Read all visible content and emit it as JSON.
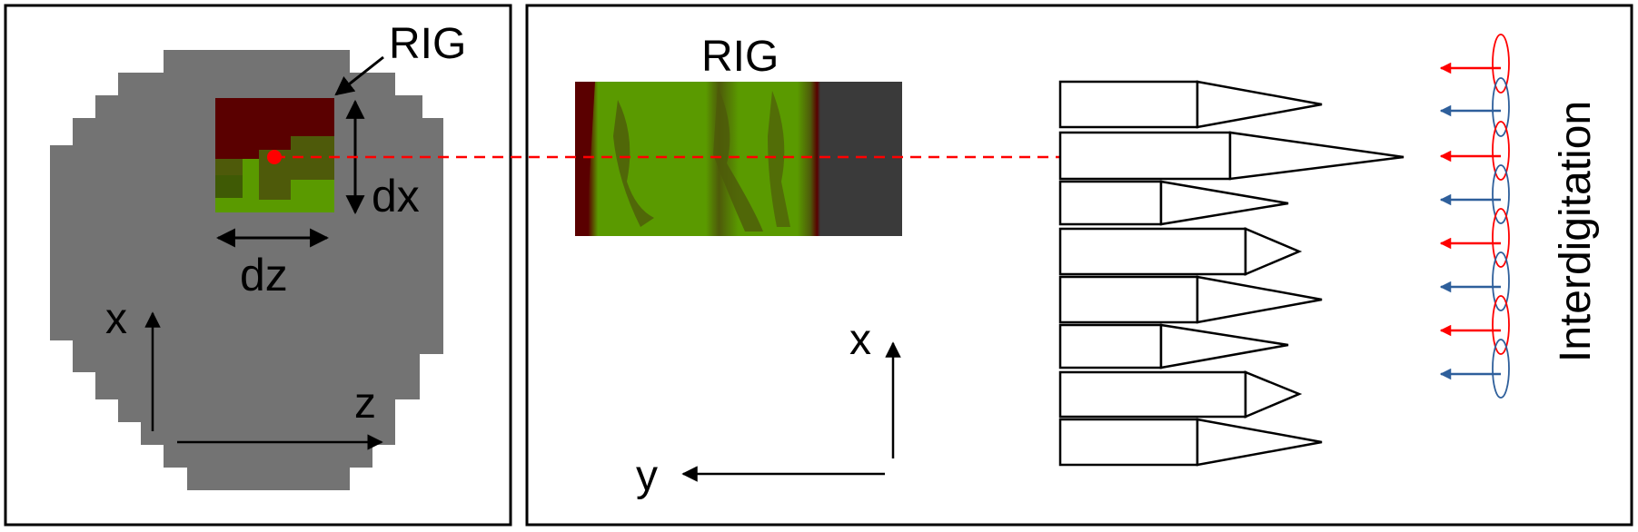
{
  "labels": {
    "rig_left": "RIG",
    "rig_top": "RIG",
    "dx": "dx",
    "dz": "dz",
    "axis_x_left": "x",
    "axis_z_left": "z",
    "axis_x_right": "x",
    "axis_y_right": "y",
    "interdigitation": "Interdigitation"
  },
  "colors": {
    "grey_body": "#737373",
    "rig_dark": "#5a0000",
    "rig_green": "#5a9a00",
    "rig_olive": "#4e5a0a",
    "dark_band": "#3a3a3a",
    "dashed_line": "#ff0000",
    "red_arrow": "#ff0000",
    "blue_arrow": "#2e5f9b",
    "outline": "#000000"
  }
}
